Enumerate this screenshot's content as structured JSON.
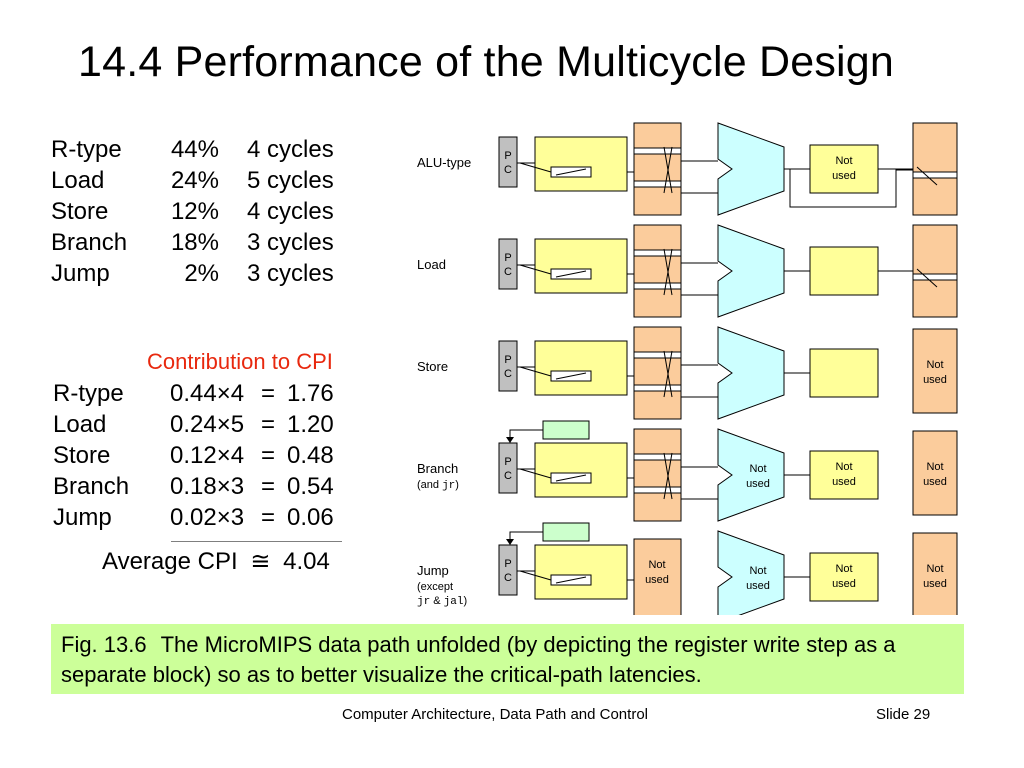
{
  "title": "14.4  Performance of the Multicycle Design",
  "instruction_mix": [
    {
      "type": "R-type",
      "percent": "44%",
      "cycles": "4 cycles"
    },
    {
      "type": "Load",
      "percent": "24%",
      "cycles": "5 cycles"
    },
    {
      "type": "Store",
      "percent": "12%",
      "cycles": "4 cycles"
    },
    {
      "type": "Branch",
      "percent": "18%",
      "cycles": "3 cycles"
    },
    {
      "type": "Jump",
      "percent": "2%",
      "cycles": "3 cycles"
    }
  ],
  "cpi": {
    "header": "Contribution to CPI",
    "rows": [
      {
        "type": "R-type",
        "expr": "0.44×4",
        "eq": "=",
        "value": "1.76"
      },
      {
        "type": "Load",
        "expr": "0.24×5",
        "eq": "=",
        "value": "1.20"
      },
      {
        "type": "Store",
        "expr": "0.12×4",
        "eq": "=",
        "value": "0.48"
      },
      {
        "type": "Branch",
        "expr": "0.18×3",
        "eq": "=",
        "value": "0.54"
      },
      {
        "type": "Jump",
        "expr": "0.02×3",
        "eq": "=",
        "value": "0.06"
      }
    ],
    "average_label": "Average CPI",
    "approx_symbol": "≅",
    "average_value": "4.04"
  },
  "diagram": {
    "pc_top": "P",
    "pc_bottom": "C",
    "not_used_line1": "Not",
    "not_used_line2": "used",
    "rows": [
      {
        "label": "ALU-type"
      },
      {
        "label": "Load"
      },
      {
        "label": "Store"
      },
      {
        "label": "Branch",
        "sub_prefix": "(and ",
        "sub_mono": "jr",
        "sub_suffix": ")"
      },
      {
        "label": "Jump",
        "sub_line1": "(except",
        "sub_mono1": "jr",
        "sub_amp": " & ",
        "sub_mono2": "jal",
        "sub_suffix": ")"
      }
    ],
    "colors": {
      "pc": "#c0c0c0",
      "instr_cache": "#ffff99",
      "register_file": "#fbcc9c",
      "alu": "#ccffff",
      "data_cache": "#ffff99",
      "small_block": "#ccffcc"
    }
  },
  "caption": {
    "fig": "Fig. 13.6",
    "text": "The MicroMIPS data path unfolded (by depicting the register write step as a separate block) so as to better visualize the critical-path latencies."
  },
  "footer": {
    "center": "Computer Architecture, Data Path and Control",
    "right": "Slide 29"
  }
}
